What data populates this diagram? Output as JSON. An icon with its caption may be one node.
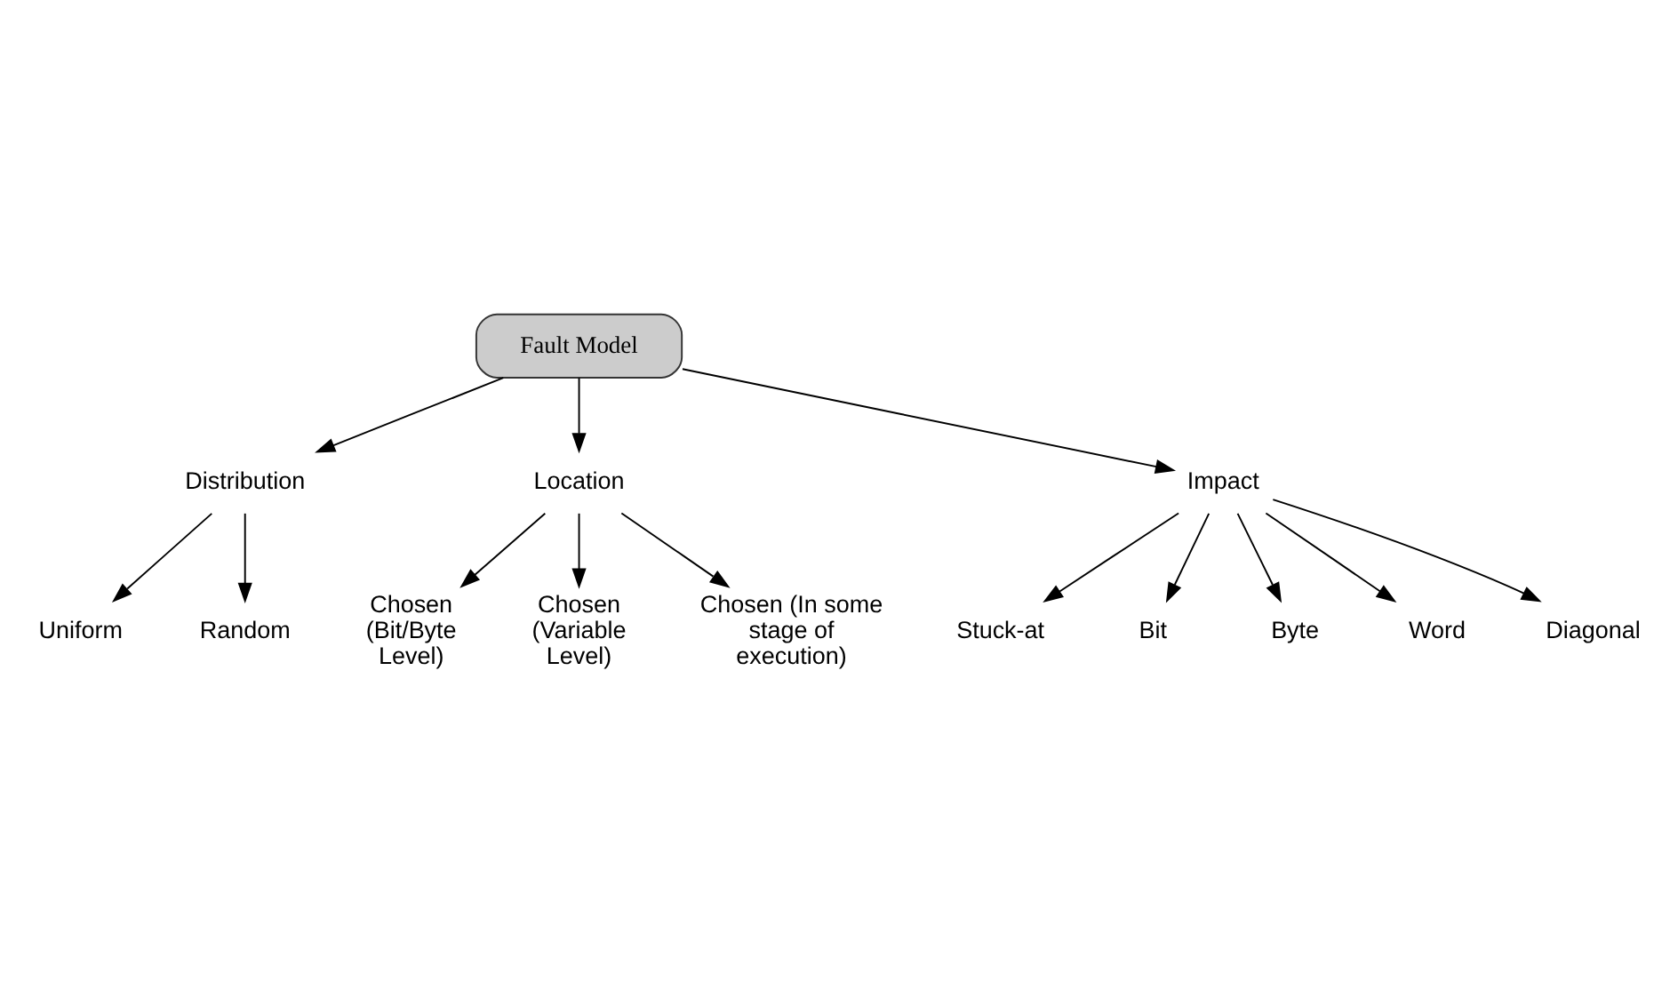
{
  "diagram": {
    "nodes": [
      {
        "text": [
          "Fault Model"
        ]
      },
      {
        "text": [
          "Distribution"
        ]
      },
      {
        "text": [
          "Uniform"
        ]
      },
      {
        "text": [
          "Random"
        ]
      },
      {
        "text": [
          "Location"
        ]
      },
      {
        "text": [
          "Chosen (Bit/Byte Level)"
        ]
      },
      {
        "text": [
          "Chosen (Variable Level)"
        ]
      },
      {
        "text": [
          "Chosen (In some stage of execution)"
        ]
      },
      {
        "text": [
          "Impact"
        ]
      },
      {
        "text": [
          "Stuck-at"
        ]
      },
      {
        "text": [
          "Bit"
        ]
      },
      {
        "text": [
          "Byte"
        ]
      },
      {
        "text": [
          "Word"
        ]
      },
      {
        "text": [
          "Diagonal"
        ]
      }
    ],
    "edges": [
      {
        "from": 0,
        "to": 1,
        "arrow": "to"
      },
      {
        "from": 0,
        "to": 4,
        "arrow": "to"
      },
      {
        "from": 0,
        "to": 8,
        "arrow": "to"
      },
      {
        "from": 1,
        "to": 2,
        "arrow": "to"
      },
      {
        "from": 1,
        "to": 3,
        "arrow": "to"
      },
      {
        "from": 4,
        "to": 5,
        "arrow": "to"
      },
      {
        "from": 4,
        "to": 6,
        "arrow": "to"
      },
      {
        "from": 4,
        "to": 7,
        "arrow": "to"
      },
      {
        "from": 8,
        "to": 9,
        "arrow": "to"
      },
      {
        "from": 8,
        "to": 10,
        "arrow": "to"
      },
      {
        "from": 8,
        "to": 11,
        "arrow": "to"
      },
      {
        "from": 8,
        "to": 12,
        "arrow": "to"
      },
      {
        "from": 8,
        "to": 13,
        "arrow": "to"
      }
    ]
  }
}
